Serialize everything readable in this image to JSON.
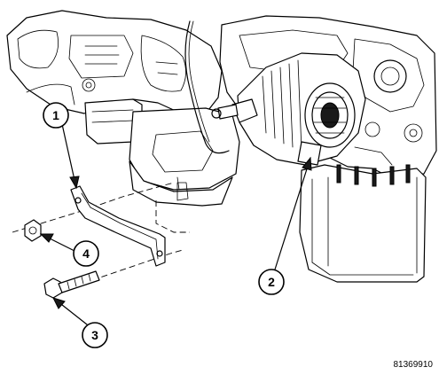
{
  "figure_id": "81369910",
  "callouts": [
    {
      "number": "1",
      "part": "bracket"
    },
    {
      "number": "2",
      "part": "generator"
    },
    {
      "number": "3",
      "part": "bolt"
    },
    {
      "number": "4",
      "part": "nut"
    }
  ]
}
